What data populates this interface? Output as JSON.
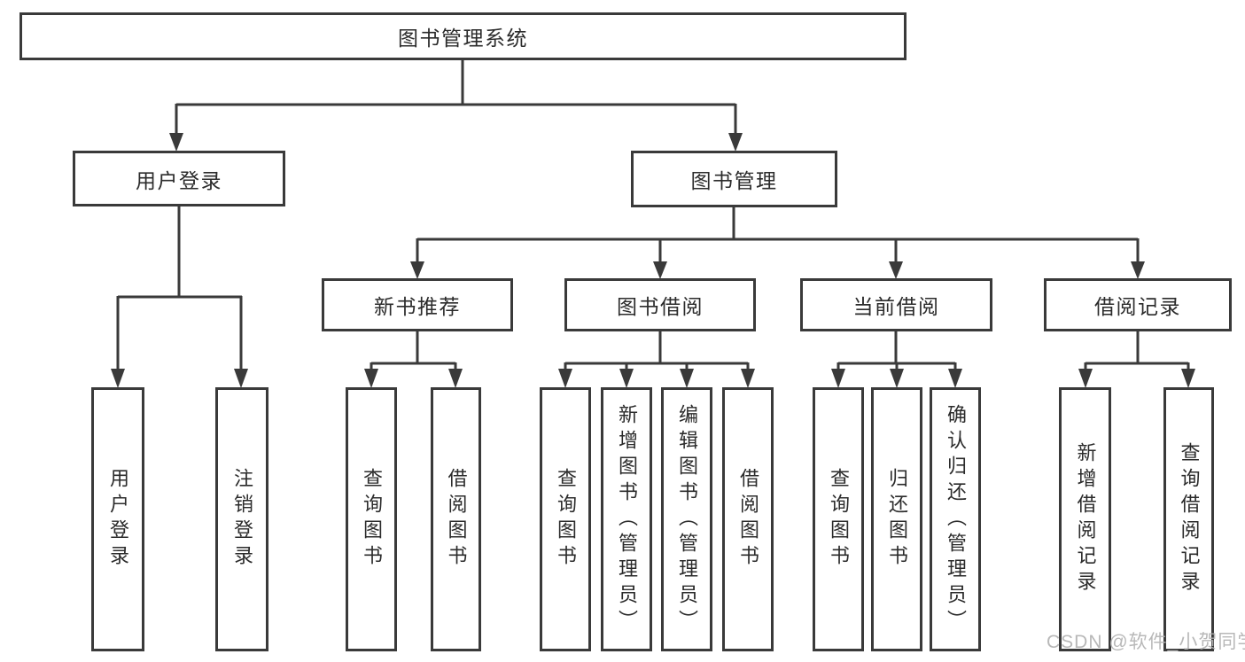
{
  "tree": {
    "root": {
      "label": "图书管理系统"
    },
    "branches": [
      {
        "label": "用户登录",
        "children": [
          {
            "label": "用户登录"
          },
          {
            "label": "注销登录"
          }
        ]
      },
      {
        "label": "图书管理",
        "children": [
          {
            "label": "新书推荐",
            "children": [
              {
                "label": "查询图书"
              },
              {
                "label": "借阅图书"
              }
            ]
          },
          {
            "label": "图书借阅",
            "children": [
              {
                "label": "查询图书"
              },
              {
                "label": "新增图书（管理员）"
              },
              {
                "label": "编辑图书（管理员）"
              },
              {
                "label": "借阅图书"
              }
            ]
          },
          {
            "label": "当前借阅",
            "children": [
              {
                "label": "查询图书"
              },
              {
                "label": "归还图书"
              },
              {
                "label": "确认归还（管理员）"
              }
            ]
          },
          {
            "label": "借阅记录",
            "children": [
              {
                "label": "新增借阅记录"
              },
              {
                "label": "查询借阅记录"
              }
            ]
          }
        ]
      }
    ]
  },
  "watermark": {
    "text": "CSDN @软件_小贺同学"
  },
  "colors": {
    "line": "#3a3a3a",
    "text": "#2b2b2b",
    "watermark": "#b3b3b3",
    "background": "#ffffff"
  }
}
